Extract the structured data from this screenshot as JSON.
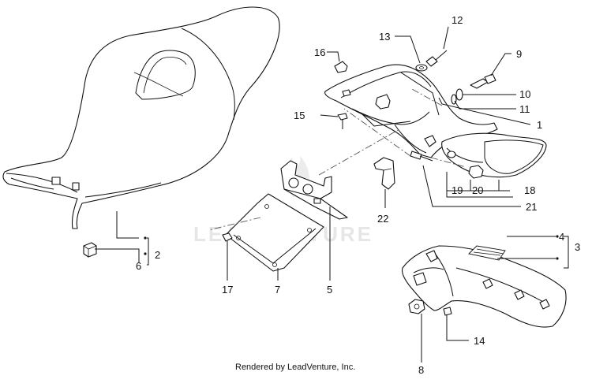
{
  "watermark": "LEADVENTURE",
  "credit": "Rendered by LeadVenture, Inc.",
  "callouts": {
    "c1": "1",
    "c2": "2",
    "c3": "3",
    "c4": "4",
    "c5": "5",
    "c6": "6",
    "c7": "7",
    "c8": "8",
    "c9": "9",
    "c10": "10",
    "c11": "11",
    "c12": "12",
    "c13": "13",
    "c14": "14",
    "c15": "15",
    "c16": "16",
    "c17": "17",
    "c18": "18",
    "c19": "19",
    "c20": "20",
    "c21": "21",
    "c22": "22"
  },
  "colors": {
    "line": "#111111",
    "watermark": "#e6e6e6",
    "background": "#ffffff"
  }
}
